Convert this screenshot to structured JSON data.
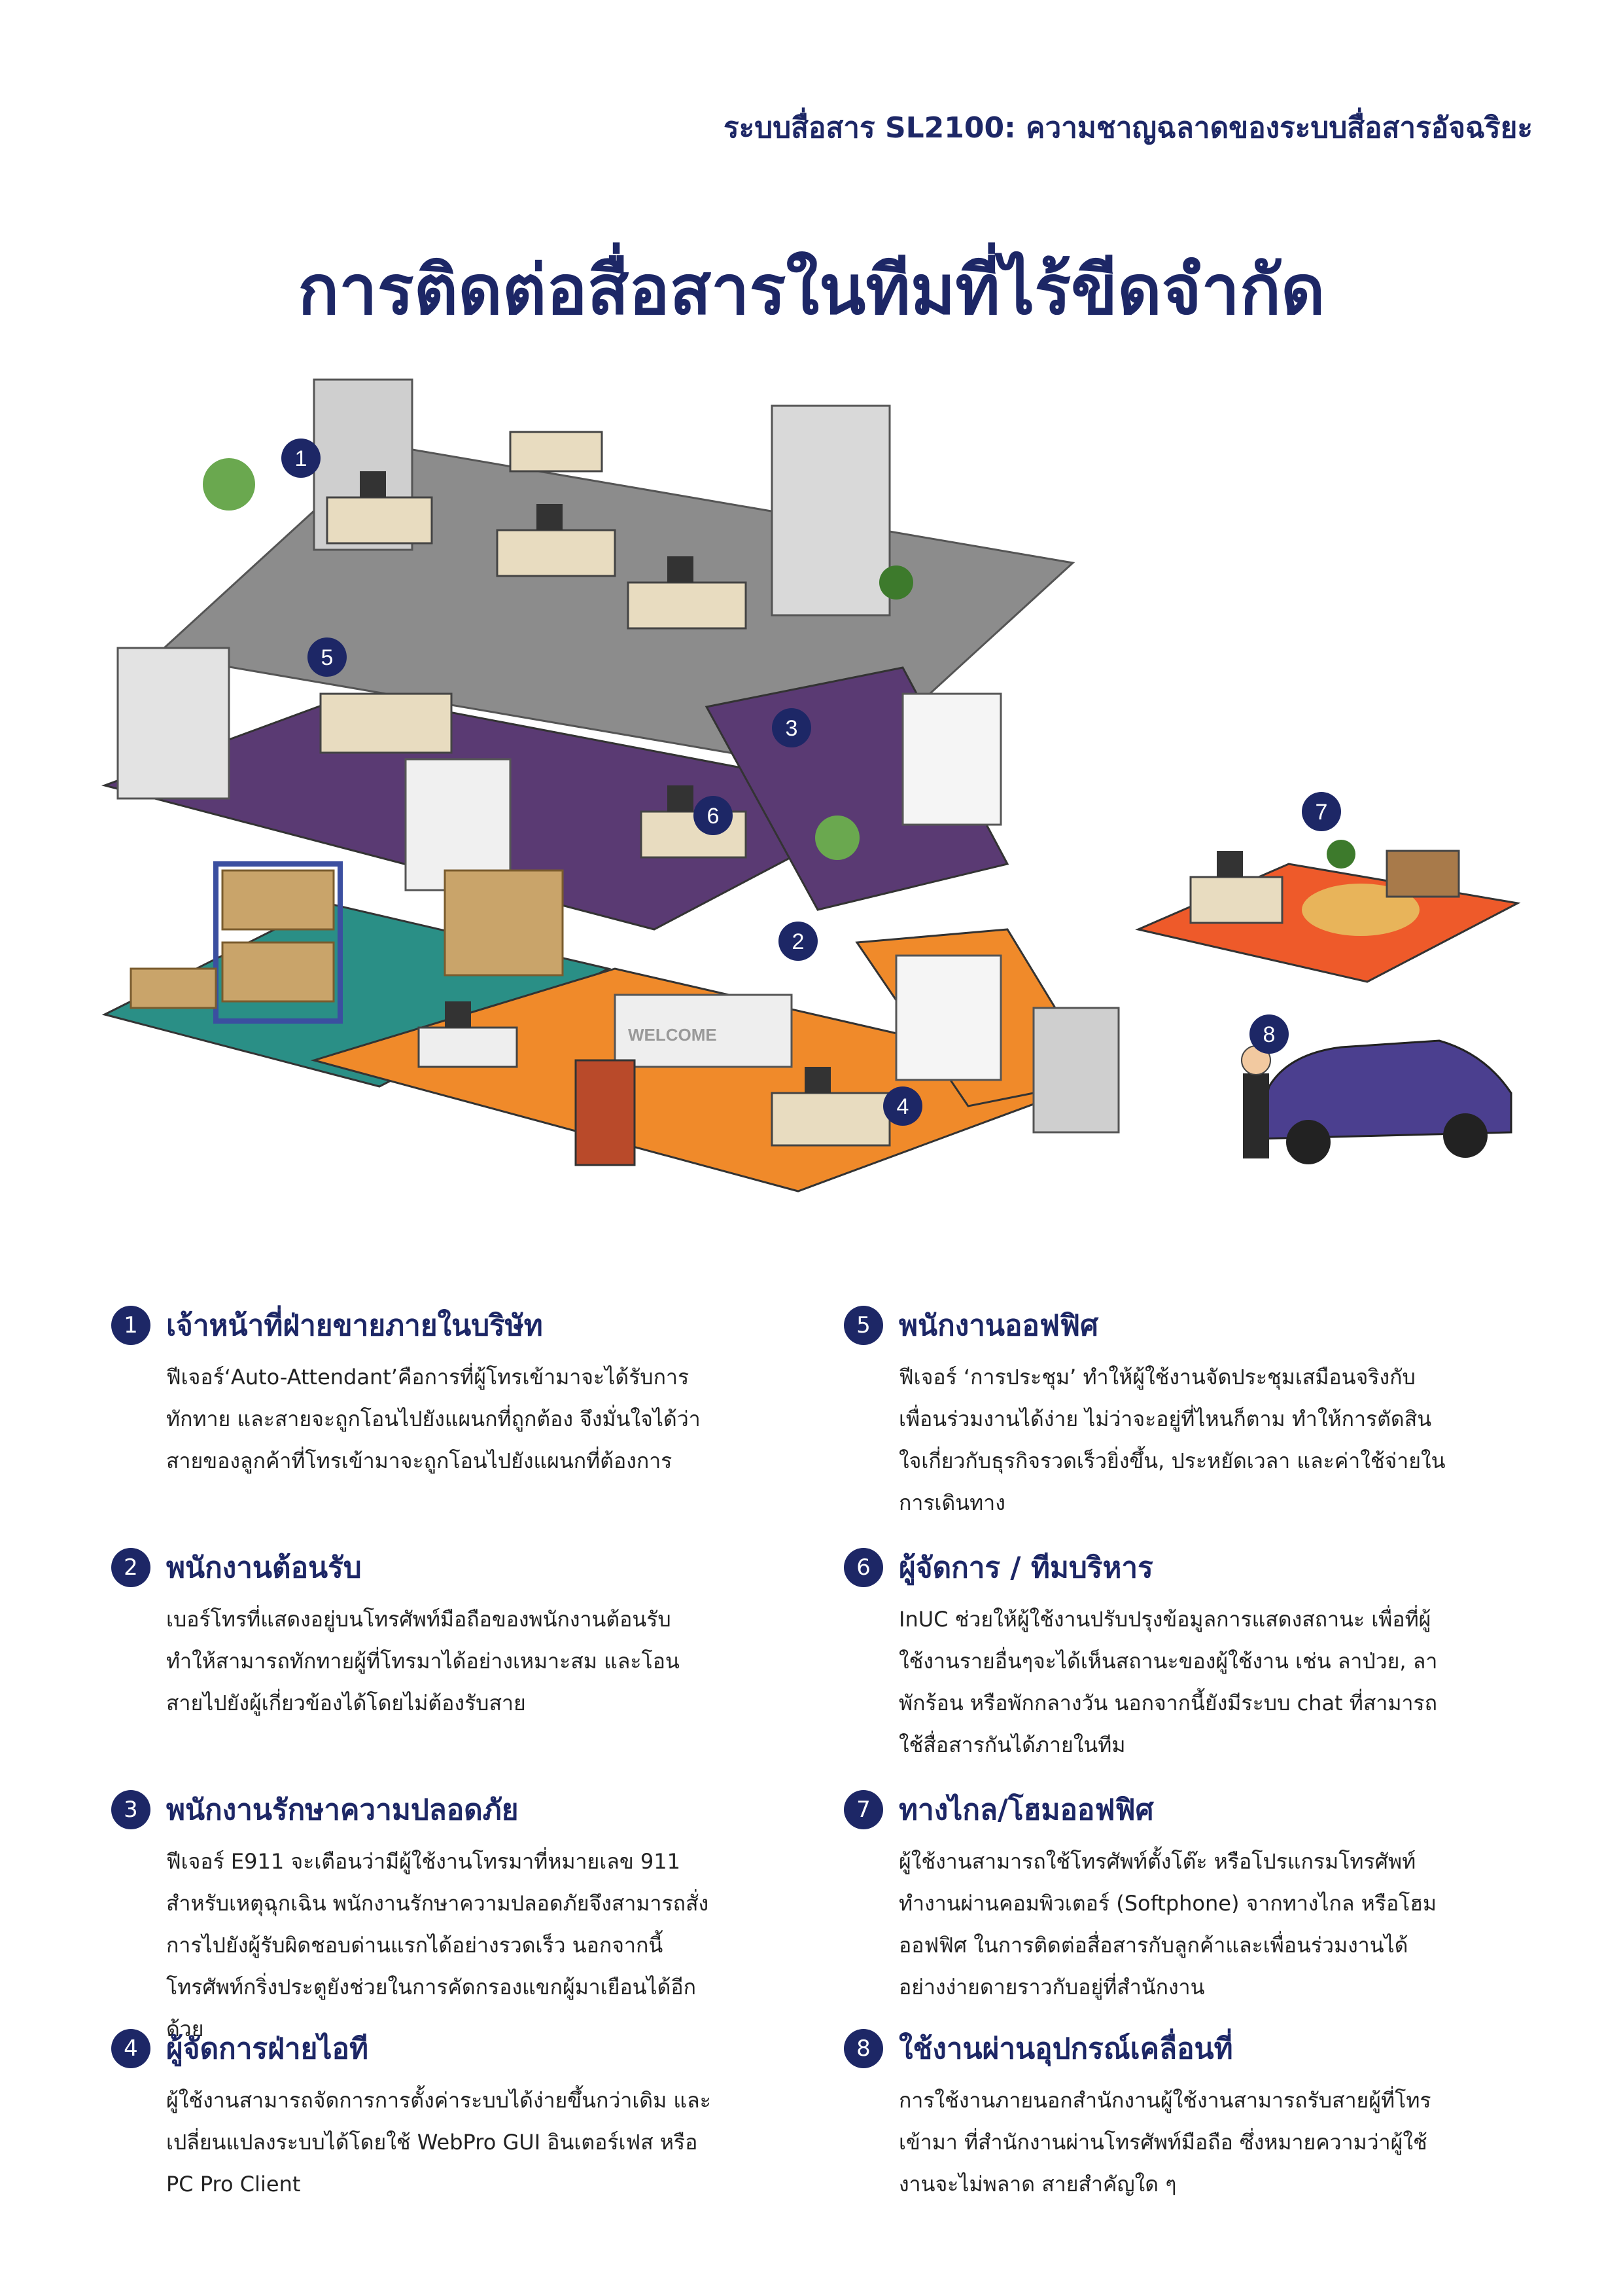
{
  "header": {
    "subtitle": "ระบบสื่อสาร SL2100: ความชาญฉลาดของระบบสื่อสารอัจฉริยะ",
    "title": "การติดต่อสื่อสารในทีมที่ไร้ขีดจำกัด"
  },
  "illustration": {
    "welcome_sign": "WELCOME",
    "markers": [
      "1",
      "2",
      "3",
      "4",
      "5",
      "6",
      "7",
      "8"
    ],
    "colors": {
      "floor_top": "#8c8c8c",
      "floor_office": "#5a3a73",
      "floor_reception": "#f08a2a",
      "floor_warehouse": "#2a8f86",
      "floor_home": "#ee5a2a",
      "marker": "#1d2766",
      "car": "#4b3f8f"
    }
  },
  "features": [
    {
      "num": "1",
      "title": "เจ้าหน้าที่ฝ่ายขายภายในบริษัท",
      "desc": "ฟีเจอร์‘Auto-Attendant’คือการที่ผู้โทรเข้ามาจะได้รับการทักทาย และสายจะถูกโอนไปยังแผนกที่ถูกต้อง จึงมั่นใจได้ว่าสายของลูกค้าที่โทรเข้ามาจะถูกโอนไปยังแผนกที่ต้องการ"
    },
    {
      "num": "2",
      "title": "พนักงานต้อนรับ",
      "desc": "เบอร์โทรที่แสดงอยู่บนโทรศัพท์มือถือของพนักงานต้อนรับ ทำให้สามารถทักทายผู้ที่โทรมาได้อย่างเหมาะสม และโอนสายไปยังผู้เกี่ยวข้องได้โดยไม่ต้องรับสาย"
    },
    {
      "num": "3",
      "title": "พนักงานรักษาความปลอดภัย",
      "desc": "ฟีเจอร์ E911 จะเตือนว่ามีผู้ใช้งานโทรมาที่หมายเลข 911 สำหรับเหตุฉุกเฉิน พนักงานรักษาความปลอดภัยจึงสามารถสั่งการไปยังผู้รับผิดชอบด่านแรกได้อย่างรวดเร็ว นอกจากนี้โทรศัพท์กริ่งประตูยังช่วยในการคัดกรองแขกผู้มาเยือนได้อีกด้วย"
    },
    {
      "num": "4",
      "title": "ผู้จัดการฝ่ายไอที",
      "desc": "ผู้ใช้งานสามารถจัดการการตั้งค่าระบบได้ง่ายขึ้นกว่าเดิม และเปลี่ยนแปลงระบบได้โดยใช้ WebPro GUI อินเตอร์เฟส หรือ PC Pro Client"
    },
    {
      "num": "5",
      "title": "พนักงานออฟฟิศ",
      "desc": "ฟีเจอร์ ‘การประชุม’ ทำให้ผู้ใช้งานจัดประชุมเสมือนจริงกับเพื่อนร่วมงานได้ง่าย ไม่ว่าจะอยู่ที่ไหนก็ตาม ทำให้การตัดสินใจเกี่ยวกับธุรกิจรวดเร็วยิ่งขึ้น, ประหยัดเวลา และค่าใช้จ่ายในการเดินทาง"
    },
    {
      "num": "6",
      "title": "ผู้จัดการ / ทีมบริหาร",
      "desc": "InUC ช่วยให้ผู้ใช้งานปรับปรุงข้อมูลการแสดงสถานะ เพื่อที่ผู้ใช้งานรายอื่นๆจะได้เห็นสถานะของผู้ใช้งาน เช่น ลาป่วย, ลาพักร้อน หรือพักกลางวัน นอกจากนี้ยังมีระบบ chat ที่สามารถใช้สื่อสารกันได้ภายในทีม"
    },
    {
      "num": "7",
      "title": "ทางไกล/โฮมออฟฟิศ",
      "desc": "ผู้ใช้งานสามารถใช้โทรศัพท์ตั้งโต๊ะ หรือโปรแกรมโทรศัพท์ทำงานผ่านคอมพิวเตอร์ (Softphone) จากทางไกล หรือโฮมออฟฟิศ ในการติดต่อสื่อสารกับลูกค้าและเพื่อนร่วมงานได้อย่างง่ายดายราวกับอยู่ที่สำนักงาน"
    },
    {
      "num": "8",
      "title": "ใช้งานผ่านอุปกรณ์เคลื่อนที่",
      "desc": "การใช้งานภายนอกสำนักงานผู้ใช้งานสามารถรับสายผู้ที่โทรเข้ามา ที่สำนักงานผ่านโทรศัพท์มือถือ ซึ่งหมายความว่าผู้ใช้งานจะไม่พลาด สายสำคัญใด ๆ"
    }
  ]
}
